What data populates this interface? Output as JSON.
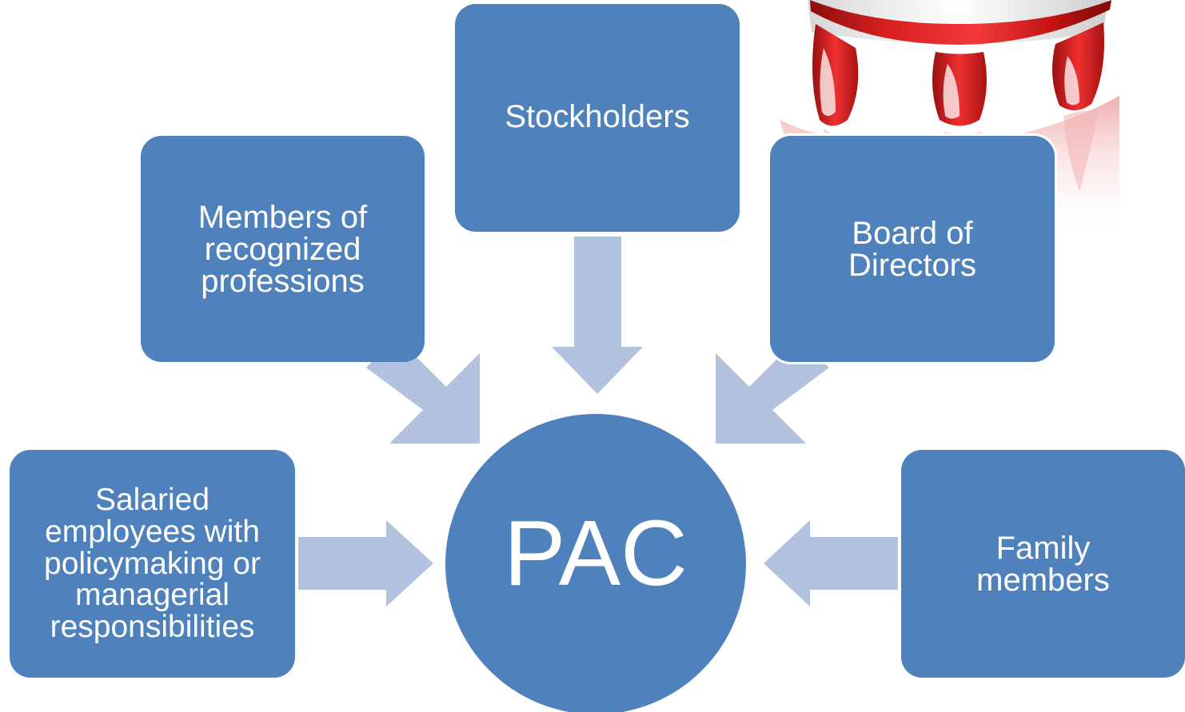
{
  "diagram": {
    "center": {
      "label": "PAC"
    },
    "nodes": [
      {
        "id": "stockholders",
        "label": "Stockholders"
      },
      {
        "id": "members",
        "label": "Members of\nrecognized\nprofessions"
      },
      {
        "id": "board",
        "label": "Board of\nDirectors"
      },
      {
        "id": "salaried",
        "label": "Salaried\nemployees with\npolicymaking or\nmanagerial\nresponsibilities"
      },
      {
        "id": "family",
        "label": "Family\nmembers"
      }
    ]
  },
  "colors": {
    "node_fill": "#4f81bd",
    "arrow_fill": "#b2c1dd",
    "text": "#ffffff"
  },
  "decoration": {
    "image": "red-piggy-bank-legs"
  }
}
